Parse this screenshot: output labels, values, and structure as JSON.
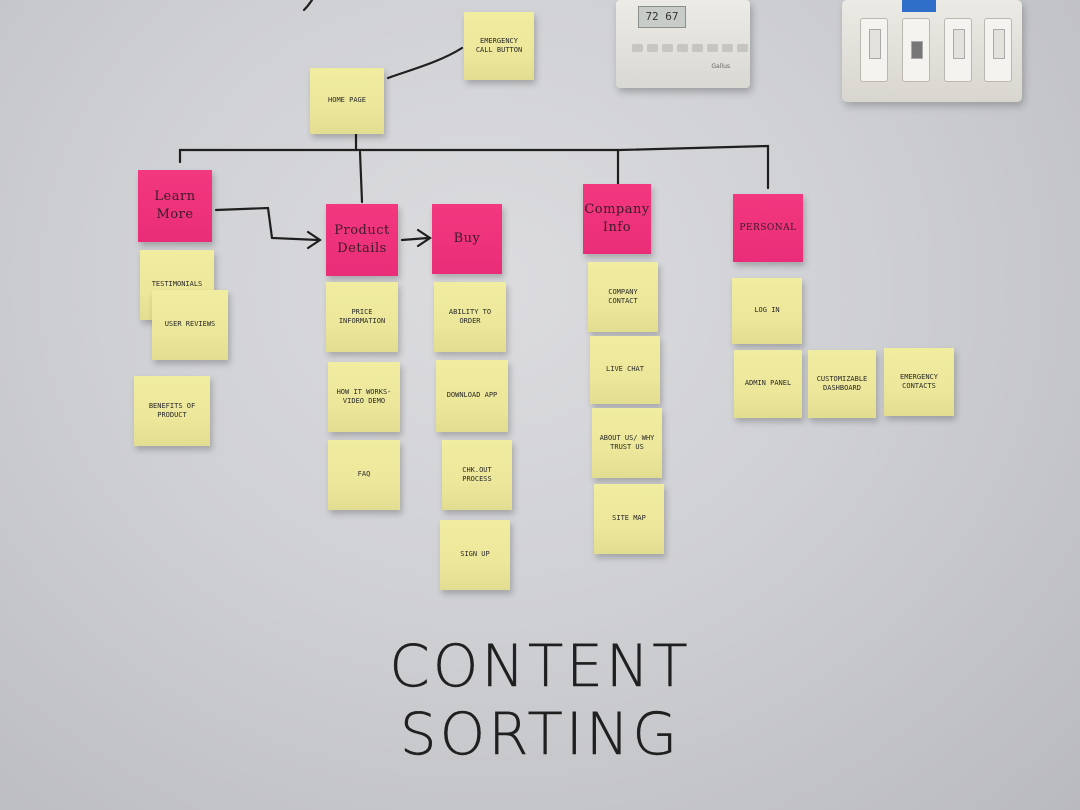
{
  "title": {
    "line1": "CONTENT",
    "line2": "SORTING"
  },
  "thermostat": {
    "display": "72 67",
    "brand": "Gallus"
  },
  "tree": {
    "top_left": "EMERGENCY CALL BUTTON",
    "home": "HOME PAGE"
  },
  "categories": {
    "learn_more": {
      "label": "Learn More",
      "items": [
        "TESTIMONIALS",
        "USER REVIEWS",
        "BENEFITS OF PRODUCT"
      ]
    },
    "product_details": {
      "label": "Product Details",
      "items": [
        "PRICE INFORMATION",
        "HOW IT WORKS- VIDEO DEMO",
        "FAQ"
      ]
    },
    "buy": {
      "label": "Buy",
      "items": [
        "ABILITY TO ORDER",
        "DOWNLOAD APP",
        "CHK.OUT PROCESS",
        "SIGN UP"
      ]
    },
    "company_info": {
      "label": "Company Info",
      "items": [
        "COMPANY CONTACT",
        "LIVE CHAT",
        "ABOUT US/ WHY TRUST US",
        "SITE MAP"
      ]
    },
    "personal": {
      "label": "PERSONAL",
      "items": [
        "LOG IN",
        "ADMIN PANEL",
        "CUSTOMIZABLE DASHBOARD",
        "EMERGENCY CONTACTS"
      ]
    }
  },
  "colors": {
    "wall": "#d2d3d7",
    "yellow_note": "#ece79a",
    "pink_note": "#ec2f7a",
    "marker": "#1f1f1f"
  }
}
